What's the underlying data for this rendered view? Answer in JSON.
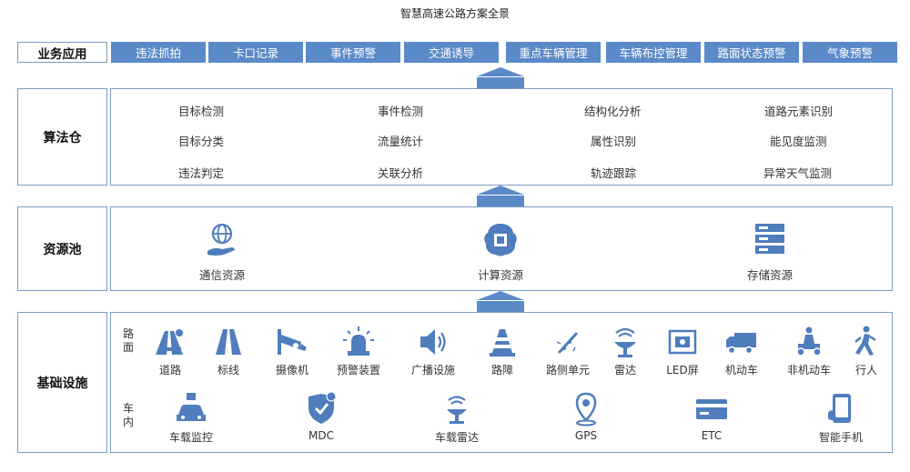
{
  "title": "智慧高速公路方案全景",
  "colors": {
    "accent": "#5b8ac9",
    "border": "#7a9cc6",
    "icon": "#4f7dbd"
  },
  "business": {
    "label": "业务应用",
    "items": [
      "违法抓拍",
      "卡口记录",
      "事件预警",
      "交通诱导",
      "重点车辆管理",
      "车辆布控管理",
      "路面状态预警",
      "气象预警"
    ]
  },
  "algorithm": {
    "label": "算法仓",
    "items": [
      "目标检测",
      "事件检测",
      "结构化分析",
      "道路元素识别",
      "目标分类",
      "流量统计",
      "属性识别",
      "能见度监测",
      "违法判定",
      "关联分析",
      "轨迹跟踪",
      "异常天气监测"
    ]
  },
  "resource": {
    "label": "资源池",
    "items": [
      {
        "label": "通信资源",
        "icon": "globe-hand-icon"
      },
      {
        "label": "计算资源",
        "icon": "brain-chip-icon"
      },
      {
        "label": "存储资源",
        "icon": "server-rack-icon"
      }
    ]
  },
  "infrastructure": {
    "label": "基础设施",
    "road_tag": "路面",
    "vehicle_tag": "车内",
    "road_items": [
      {
        "label": "道路",
        "icon": "road-icon"
      },
      {
        "label": "标线",
        "icon": "lane-marking-icon"
      },
      {
        "label": "摄像机",
        "icon": "camera-icon"
      },
      {
        "label": "预警装置",
        "icon": "warning-light-icon"
      },
      {
        "label": "广播设施",
        "icon": "speaker-icon"
      },
      {
        "label": "路障",
        "icon": "traffic-cone-icon"
      },
      {
        "label": "路侧单元",
        "icon": "roadside-unit-icon"
      },
      {
        "label": "雷达",
        "icon": "radar-icon"
      },
      {
        "label": "LED屏",
        "icon": "led-screen-icon"
      },
      {
        "label": "机动车",
        "icon": "truck-icon"
      },
      {
        "label": "非机动车",
        "icon": "scooter-icon"
      },
      {
        "label": "行人",
        "icon": "pedestrian-icon"
      }
    ],
    "vehicle_items": [
      {
        "label": "车载监控",
        "icon": "car-camera-icon"
      },
      {
        "label": "MDC",
        "icon": "mdc-shield-icon"
      },
      {
        "label": "车载雷达",
        "icon": "vehicle-radar-icon"
      },
      {
        "label": "GPS",
        "icon": "gps-pin-icon"
      },
      {
        "label": "ETC",
        "icon": "etc-card-icon"
      },
      {
        "label": "智能手机",
        "icon": "smartphone-icon"
      }
    ]
  }
}
